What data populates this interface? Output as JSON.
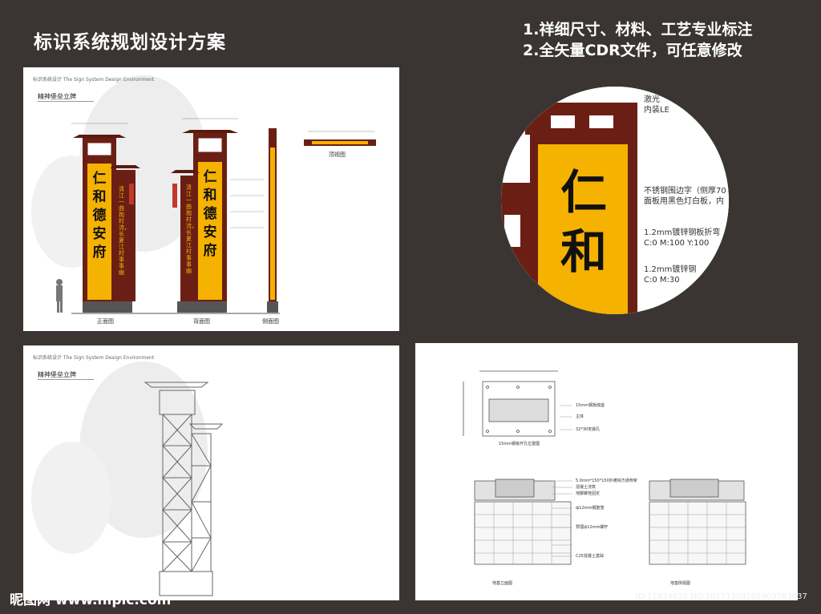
{
  "title": "标识系统规划设计方案",
  "notes": [
    "1.祥细尺寸、材料、工艺专业标注",
    "2.全矢量CDR文件，可任意修改"
  ],
  "panel1": {
    "header": "标识系统设计   The Sign System Design Environment",
    "subtitle": "精神堡垒立牌",
    "sign_main_text": [
      "仁",
      "和",
      "德",
      "安",
      "府"
    ],
    "sign_side_text": "清江一曲抱村流，长夏江村事事幽",
    "views": [
      "正面图",
      "背面图",
      "侧面图",
      "顶视图"
    ]
  },
  "panel2": {
    "header": "标识系统设计   The Sign System Design Environment",
    "subtitle": "精神堡垒立牌"
  },
  "panel3": {
    "annotations": [
      "15mm钢板底座",
      "主体",
      "32*30安装孔",
      "5.0mm*150*150外镀锌方通骨架",
      "混凝土浇筑",
      "地脚螺栓固定",
      "ф12mm钢筋笼",
      "预埋ф12mm螺杆",
      "C25混凝土基础"
    ],
    "captions": [
      "15mm钢板开孔位置图",
      "地基立面图",
      "地基侧视图"
    ]
  },
  "zoom": {
    "chars": [
      "仁",
      "和"
    ],
    "lines": [
      "激光",
      "内装LE",
      "不锈钢围边字（侧厚70",
      "面板用黑色灯白板，内",
      "1.2mm镀锌钢板折弯",
      "C:0  M:100  Y:100",
      "1.2mm镀锌钢",
      "C:0  M:30"
    ]
  },
  "watermark": "昵图网 www.nipic.com",
  "image_id": "ID:12934828 NO:20171209105903783037",
  "colors": {
    "background": "#3a3533",
    "sign_yellow": "#f5b200",
    "sign_brown": "#6b1f14",
    "text_black": "#111111"
  }
}
